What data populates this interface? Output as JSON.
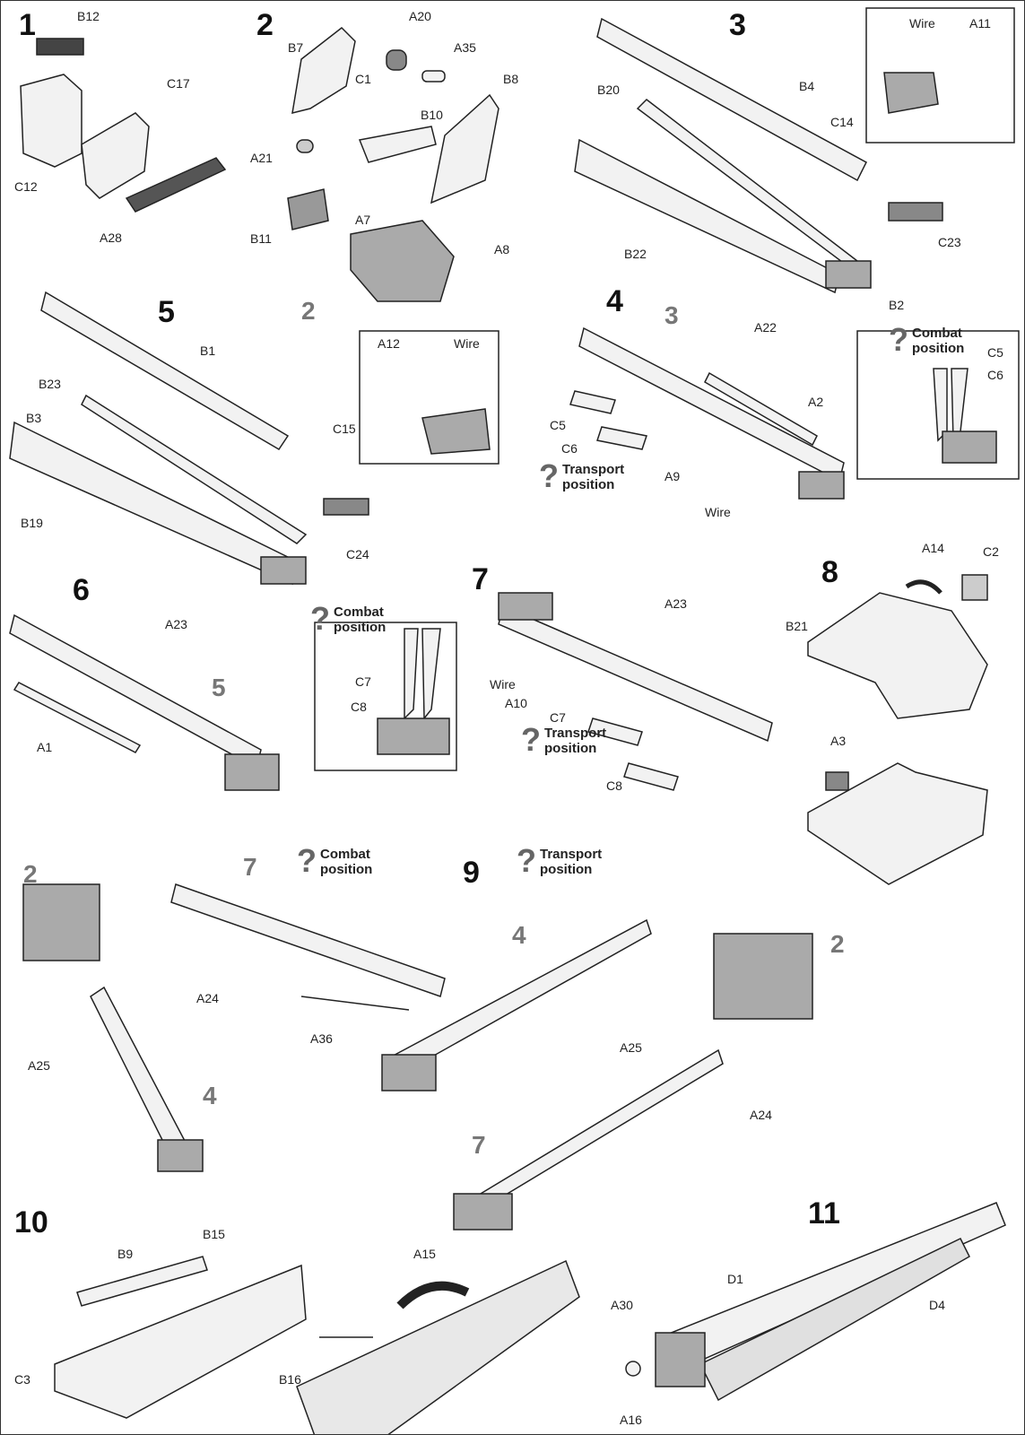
{
  "steps": [
    {
      "number": "1",
      "labels": [
        "B12",
        "C17",
        "C12",
        "A28"
      ]
    },
    {
      "number": "2",
      "labels": [
        "B7",
        "A20",
        "A35",
        "C1",
        "B10",
        "B8",
        "A21",
        "B11",
        "A7",
        "A8"
      ],
      "subassemblies": [
        "2"
      ]
    },
    {
      "number": "3",
      "labels": [
        "Wire",
        "A11",
        "B20",
        "B4",
        "C14",
        "C23",
        "B22",
        "B2"
      ]
    },
    {
      "number": "5",
      "labels": [
        "B1",
        "A12",
        "Wire",
        "B23",
        "B3",
        "C15",
        "B19",
        "C24"
      ]
    },
    {
      "number": "4",
      "labels": [
        "A22",
        "A2",
        "C5",
        "C6",
        "C5",
        "C6",
        "A9",
        "Wire"
      ],
      "subassemblies": [
        "3"
      ]
    },
    {
      "number": "6",
      "labels": [
        "A23",
        "A1"
      ],
      "subassemblies": [
        "5"
      ]
    },
    {
      "number": "7",
      "labels": [
        "C7",
        "C8",
        "A23",
        "Wire",
        "A10",
        "C7",
        "C8"
      ]
    },
    {
      "number": "8",
      "labels": [
        "A14",
        "C2",
        "B21",
        "A3"
      ]
    },
    {
      "number": "",
      "labels": [
        "A24",
        "A36",
        "A25"
      ],
      "subassemblies": [
        "2",
        "7",
        "4"
      ]
    },
    {
      "number": "9",
      "labels": [
        "A25",
        "A24"
      ],
      "subassemblies": [
        "4",
        "2",
        "7"
      ]
    },
    {
      "number": "10",
      "labels": [
        "B9",
        "B15",
        "A15",
        "C3",
        "B16"
      ]
    },
    {
      "number": "11",
      "labels": [
        "D1",
        "D4",
        "A30",
        "A16"
      ]
    }
  ],
  "notes": {
    "combat": [
      "Combat",
      "position"
    ],
    "transport": [
      "Transport",
      "position"
    ]
  },
  "icons": {
    "note": "question-mark-icon"
  }
}
